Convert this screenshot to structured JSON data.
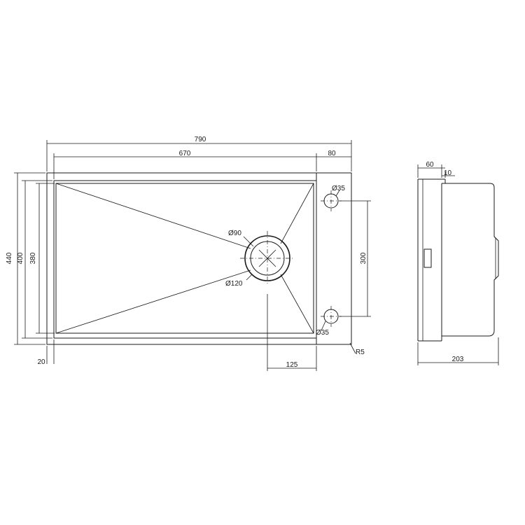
{
  "dimensions": {
    "overall_width": "790",
    "bowl_width": "670",
    "drainer_width": "80",
    "overall_depth": "440",
    "bowl_depth_outer": "400",
    "bowl_depth_inner": "380",
    "rim_offset": "20",
    "waste_offset": "125",
    "tap_hole_spacing": "300",
    "tap_hole_top": "Ø35",
    "tap_hole_bottom": "Ø35",
    "waste_inner": "Ø90",
    "waste_outer": "Ø120",
    "corner_radius": "R5",
    "side_flange": "60",
    "side_lip": "10",
    "side_height": "203"
  }
}
